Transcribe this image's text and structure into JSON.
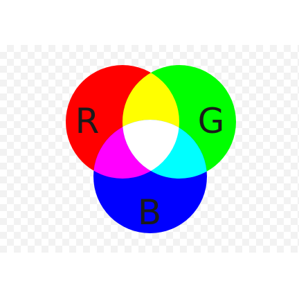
{
  "labels": {
    "red": "R",
    "green": "G",
    "blue": "B"
  },
  "colors": {
    "background": "#ffffff",
    "checker": "#f2f2f2",
    "red": "#ff0000",
    "green": "#00ff00",
    "blue": "#0000ff",
    "yellow": "#ffff00",
    "cyan": "#00ffff",
    "magenta": "#ff00ff",
    "white": "#ffffff",
    "label": "#1a1a1a"
  }
}
